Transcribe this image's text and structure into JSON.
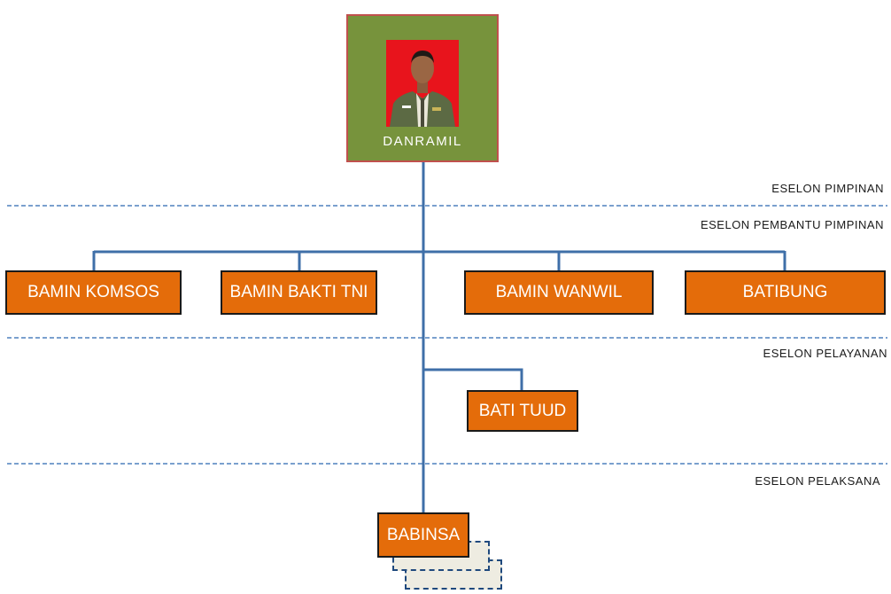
{
  "head": {
    "label": "DANRAMIL",
    "photo": "officer-portrait"
  },
  "tiers": [
    "ESELON PIMPINAN",
    "ESELON PEMBANTU PIMPINAN",
    "ESELON PELAYANAN",
    "ESELON PELAKSANA"
  ],
  "staff": [
    "BAMIN KOMSOS",
    "BAMIN BAKTI TNI",
    "BAMIN WANWIL",
    "BATIBUNG"
  ],
  "service": "BATI TUUD",
  "executor": "BABINSA",
  "colors": {
    "head_fill": "#77933c",
    "head_border": "#c0504d",
    "box_fill": "#e46c0a",
    "connector": "#4f81bd",
    "divider": "#4f81bd"
  }
}
